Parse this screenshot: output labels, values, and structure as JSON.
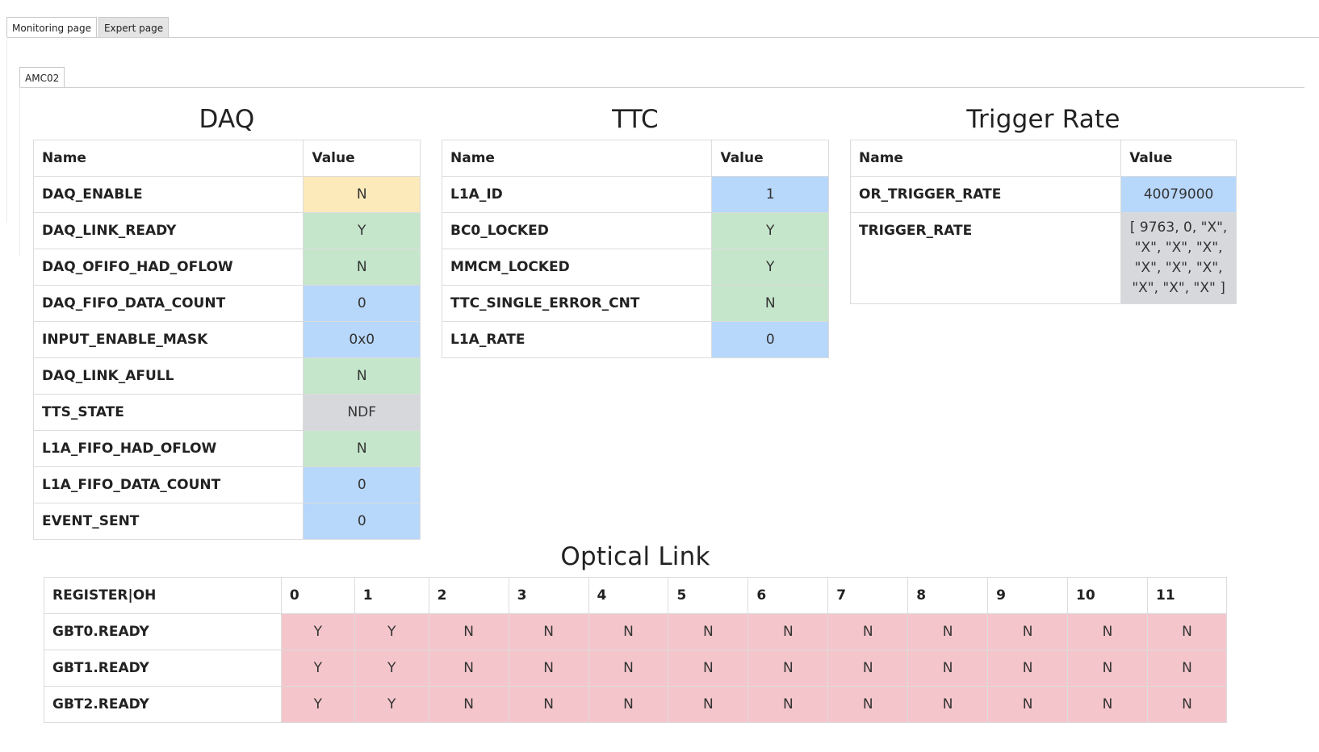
{
  "tabs": {
    "monitoring": "Monitoring page",
    "expert": "Expert page"
  },
  "amc_tab": "AMC02",
  "headers": {
    "name": "Name",
    "value": "Value"
  },
  "daq": {
    "title": "DAQ",
    "rows": [
      {
        "name": "DAQ_ENABLE",
        "value": "N",
        "color": "yellow"
      },
      {
        "name": "DAQ_LINK_READY",
        "value": "Y",
        "color": "green"
      },
      {
        "name": "DAQ_OFIFO_HAD_OFLOW",
        "value": "N",
        "color": "green"
      },
      {
        "name": "DAQ_FIFO_DATA_COUNT",
        "value": "0",
        "color": "blue"
      },
      {
        "name": "INPUT_ENABLE_MASK",
        "value": "0x0",
        "color": "blue"
      },
      {
        "name": "DAQ_LINK_AFULL",
        "value": "N",
        "color": "green"
      },
      {
        "name": "TTS_STATE",
        "value": "NDF",
        "color": "grey"
      },
      {
        "name": "L1A_FIFO_HAD_OFLOW",
        "value": "N",
        "color": "green"
      },
      {
        "name": "L1A_FIFO_DATA_COUNT",
        "value": "0",
        "color": "blue"
      },
      {
        "name": "EVENT_SENT",
        "value": "0",
        "color": "blue"
      }
    ]
  },
  "ttc": {
    "title": "TTC",
    "rows": [
      {
        "name": "L1A_ID",
        "value": "1",
        "color": "blue"
      },
      {
        "name": "BC0_LOCKED",
        "value": "Y",
        "color": "green"
      },
      {
        "name": "MMCM_LOCKED",
        "value": "Y",
        "color": "green"
      },
      {
        "name": "TTC_SINGLE_ERROR_CNT",
        "value": "N",
        "color": "green"
      },
      {
        "name": "L1A_RATE",
        "value": "0",
        "color": "blue"
      }
    ]
  },
  "trigger": {
    "title": "Trigger Rate",
    "rows": [
      {
        "name": "OR_TRIGGER_RATE",
        "value": "40079000",
        "color": "blue"
      },
      {
        "name": "TRIGGER_RATE",
        "value": "[ 9763, 0, \"X\", \"X\", \"X\", \"X\", \"X\", \"X\", \"X\", \"X\", \"X\", \"X\" ]",
        "color": "grey"
      }
    ]
  },
  "optical": {
    "title": "Optical Link",
    "header_label": "REGISTER|OH",
    "columns": [
      "0",
      "1",
      "2",
      "3",
      "4",
      "5",
      "6",
      "7",
      "8",
      "9",
      "10",
      "11"
    ],
    "rows": [
      {
        "name": "GBT0.READY",
        "values": [
          "Y",
          "Y",
          "N",
          "N",
          "N",
          "N",
          "N",
          "N",
          "N",
          "N",
          "N",
          "N"
        ]
      },
      {
        "name": "GBT1.READY",
        "values": [
          "Y",
          "Y",
          "N",
          "N",
          "N",
          "N",
          "N",
          "N",
          "N",
          "N",
          "N",
          "N"
        ]
      },
      {
        "name": "GBT2.READY",
        "values": [
          "Y",
          "Y",
          "N",
          "N",
          "N",
          "N",
          "N",
          "N",
          "N",
          "N",
          "N",
          "N"
        ]
      }
    ],
    "cell_color": "red"
  },
  "colors": {
    "yellow": "#fdeabb",
    "green": "#c5e6cb",
    "blue": "#b7d7fb",
    "grey": "#d6d8db",
    "red": "#f4c6cb"
  }
}
